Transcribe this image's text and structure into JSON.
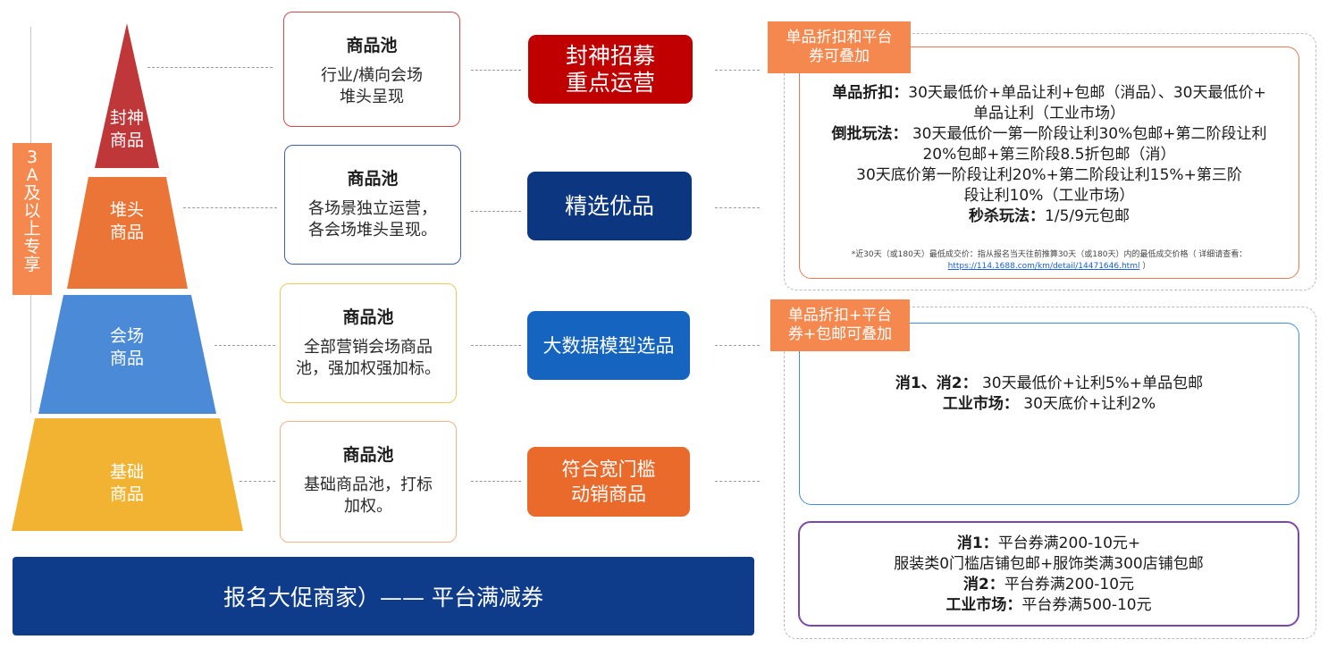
{
  "side_label_chars": [
    "3",
    "A",
    "及",
    "以",
    "上",
    "专",
    "享"
  ],
  "tiers": [
    {
      "label_l1": "封神",
      "label_l2": "商品",
      "color": "#c0373a"
    },
    {
      "label_l1": "堆头",
      "label_l2": "商品",
      "color": "#ea7536"
    },
    {
      "label_l1": "会场",
      "label_l2": "商品",
      "color": "#4a8ad6"
    },
    {
      "label_l1": "基础",
      "label_l2": "商品",
      "color": "#f2b332"
    }
  ],
  "pools": [
    {
      "title": "商品池",
      "desc": "行业/横向会场\n堆头呈现",
      "border": "#d24a4a"
    },
    {
      "title": "商品池",
      "desc": "各场景独立运营，\n各会场堆头呈现。",
      "border": "#3f5fa8"
    },
    {
      "title": "商品池",
      "desc": "全部营销会场商品\n池，强加权强加标。",
      "border": "#f4c55a"
    },
    {
      "title": "商品池",
      "desc": "基础商品池，打标\n加权。",
      "border": "#f6b28a"
    }
  ],
  "operations": [
    {
      "label": "封神招募\n重点运营",
      "color": "#c00000"
    },
    {
      "label": "精选优品",
      "color": "#0c3780"
    },
    {
      "label": "大数据模型选品",
      "color": "#1464c0"
    },
    {
      "label": "符合宽门槛\n动销商品",
      "color": "#e96a2a"
    }
  ],
  "bottom_banner": "报名大促商家）——  平台满减券",
  "panel_top": {
    "tag": "单品折扣和平台\n券可叠加",
    "border": "#e87b55",
    "rules": [
      {
        "bold": "单品折扣：",
        "text": "30天最低价+单品让利+包邮（消品）、30天最低价+"
      },
      {
        "bold": "",
        "text": "单品让利（工业市场）"
      },
      {
        "bold": "倒批玩法：",
        "text": " 30天最低价一第一阶段让利30%包邮+第二阶段让利"
      },
      {
        "bold": "",
        "text": "20%包邮+第三阶段8.5折包邮（消）"
      },
      {
        "bold": "",
        "text": "    30天底价第一阶段让利20%+第二阶段让利15%+第三阶"
      },
      {
        "bold": "",
        "text": "段让利10%（工业市场）"
      },
      {
        "bold": "秒杀玩法：",
        "text": "1/5/9元包邮"
      }
    ],
    "note": "*近30天（或180天）最低成交价：指从报名当天往前推算30天（或180天）内的最低成交价格（ 详细请查看：",
    "note_link": "https://114.1688.com/km/detail/14471646.html",
    "note_tail": " ）"
  },
  "panel_mid": {
    "tag": "单品折扣+平台\n券+包邮可叠加",
    "border": "#3f8fdb",
    "rules": [
      {
        "bold": "消1、消2：",
        "text": " 30天最低价+让利5%+单品包邮"
      },
      {
        "bold": "工业市场：",
        "text": " 30天底价+让利2%"
      }
    ]
  },
  "panel_bottom": {
    "border": "#7a4aa8",
    "rules": [
      {
        "bold": "消1：",
        "text": "平台券满200-10元+"
      },
      {
        "bold": "",
        "text": "服装类0门槛店铺包邮+服饰类满300店铺包邮"
      },
      {
        "bold": "消2：",
        "text": "平台券满200-10元"
      },
      {
        "bold": "工业市场：",
        "text": "平台券满500-10元"
      }
    ]
  }
}
